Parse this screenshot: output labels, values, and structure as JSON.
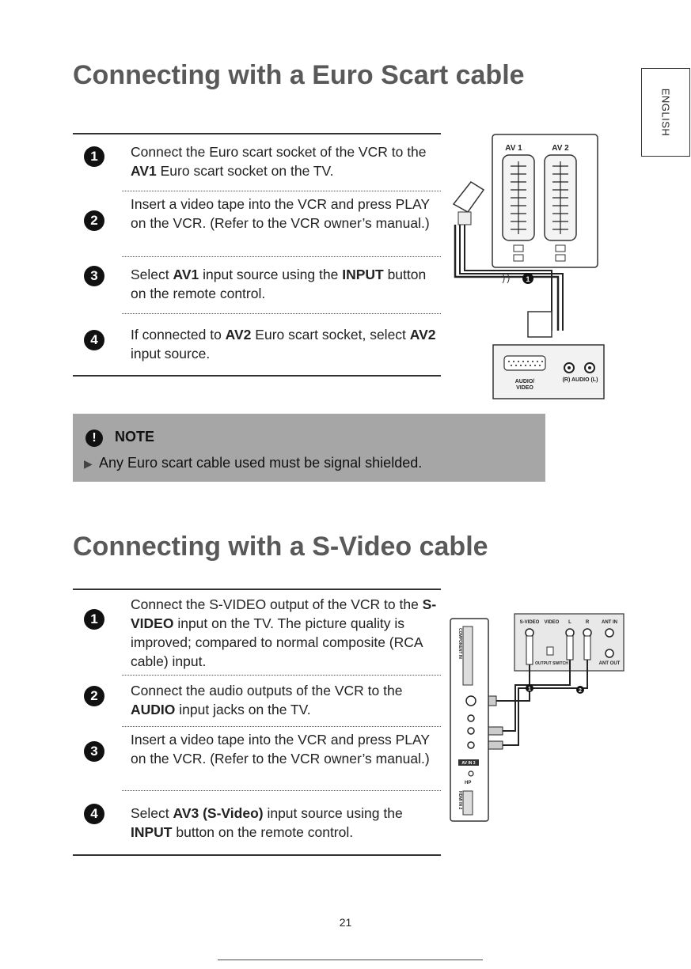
{
  "language_tab": "ENGLISH",
  "section1": {
    "title": "Connecting with a Euro Scart cable",
    "steps": [
      {
        "num": "1",
        "parts": [
          {
            "t": "Connect the Euro scart socket of the VCR to the "
          },
          {
            "t": "AV1",
            "b": true
          },
          {
            "t": " Euro scart socket on the TV."
          }
        ]
      },
      {
        "num": "2",
        "parts": [
          {
            "t": "Insert a video tape into the VCR and press PLAY on the VCR. (Refer to the VCR owner’s manual.)"
          }
        ]
      },
      {
        "num": "3",
        "parts": [
          {
            "t": "Select "
          },
          {
            "t": "AV1",
            "b": true
          },
          {
            "t": " input source using the "
          },
          {
            "t": "INPUT",
            "b": true
          },
          {
            "t": " button on the remote control."
          }
        ]
      },
      {
        "num": "4",
        "parts": [
          {
            "t": "If connected to "
          },
          {
            "t": "AV2",
            "b": true
          },
          {
            "t": " Euro scart socket, select "
          },
          {
            "t": "AV2",
            "b": true
          },
          {
            "t": " input source."
          }
        ]
      }
    ],
    "diagram": {
      "av1_label": "AV 1",
      "av2_label": "AV 2",
      "cable_marker": "1",
      "audio_video_label_1": "AUDIO/",
      "audio_video_label_2": "VIDEO",
      "audio_label": "(R) AUDIO (L)"
    }
  },
  "note": {
    "title": "NOTE",
    "icon": "exclamation-icon",
    "bullet_icon": "triangle-right-icon",
    "text": "Any Euro scart cable used must be signal shielded."
  },
  "section2": {
    "title": "Connecting with a S-Video cable",
    "steps": [
      {
        "num": "1",
        "parts": [
          {
            "t": "Connect the S-VIDEO output of the VCR to the "
          },
          {
            "t": "S-VIDEO",
            "b": true
          },
          {
            "t": " input on the TV. The picture quality is improved; compared to normal composite (RCA cable) input."
          }
        ]
      },
      {
        "num": "2",
        "parts": [
          {
            "t": "Connect the audio outputs of the VCR to the "
          },
          {
            "t": "AUDIO",
            "b": true
          },
          {
            "t": " input jacks on the TV."
          }
        ]
      },
      {
        "num": "3",
        "parts": [
          {
            "t": "Insert a video tape into the VCR and press PLAY on the VCR. (Refer to the VCR owner’s manual.)"
          }
        ]
      },
      {
        "num": "4",
        "parts": [
          {
            "t": "Select "
          },
          {
            "t": "AV3 (S-Video)",
            "b": true
          },
          {
            "t": " input source using the "
          },
          {
            "t": "INPUT",
            "b": true
          },
          {
            "t": " button on the remote control."
          }
        ]
      }
    ],
    "diagram": {
      "svideo_label": "S-VIDEO",
      "video_label": "VIDEO",
      "l_label": "L",
      "r_label": "R",
      "ant_in_label": "ANT IN",
      "output_switch_label": "OUTPUT SWITCH",
      "ant_out_label": "ANT OUT",
      "marker1": "1",
      "marker2": "2",
      "component_label": "COMPONENT IN",
      "av3_label": "AV IN 3",
      "hp_label": "HP",
      "hdmi_label": "HDMI IN 2"
    }
  },
  "page_number": "21"
}
